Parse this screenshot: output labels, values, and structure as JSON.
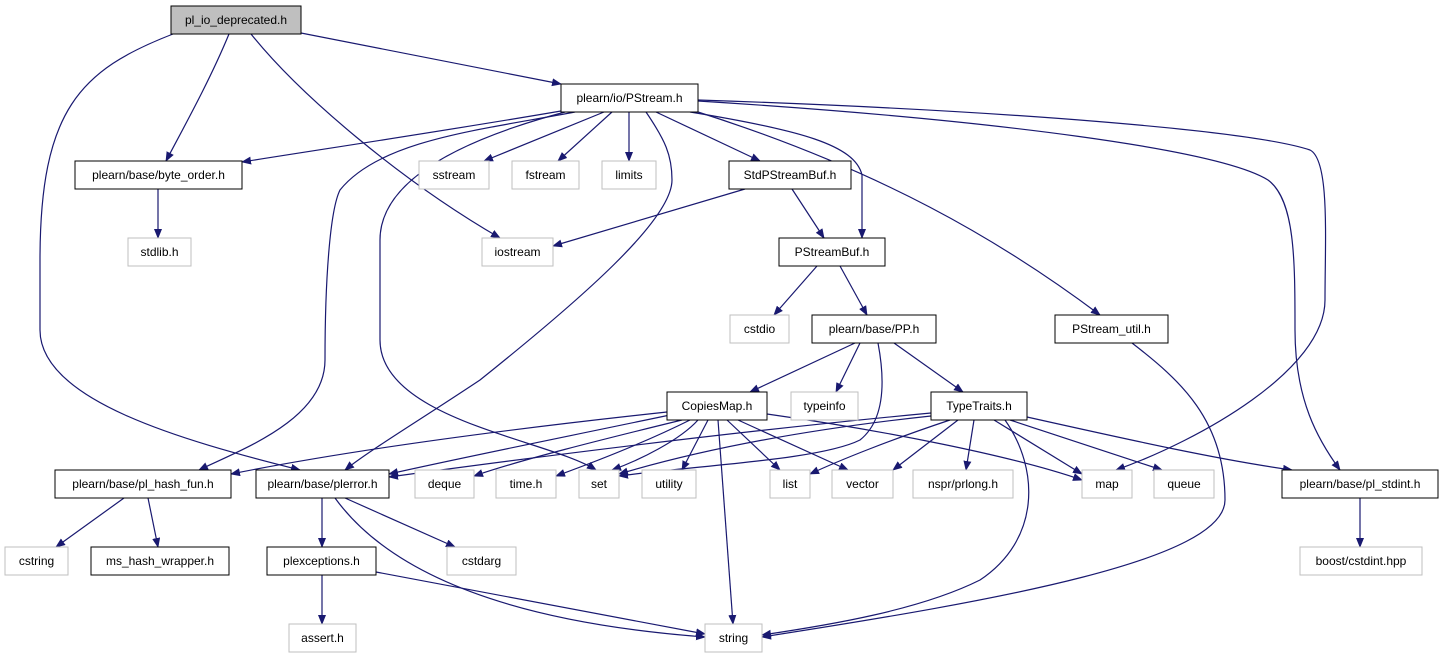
{
  "diagram": {
    "type": "include-dependency-graph",
    "colors": {
      "edge": "#191970",
      "node_border_local": "#000000",
      "node_border_system": "#bfbfbf",
      "node_fill_root": "#bfbfbf",
      "node_fill": "#ffffff"
    },
    "nodes": [
      {
        "id": "pl_io_deprecated",
        "label": "pl_io_deprecated.h",
        "kind": "root"
      },
      {
        "id": "pstream",
        "label": "plearn/io/PStream.h",
        "kind": "local"
      },
      {
        "id": "byte_order",
        "label": "plearn/base/byte_order.h",
        "kind": "local"
      },
      {
        "id": "sstream",
        "label": "sstream",
        "kind": "system"
      },
      {
        "id": "fstream",
        "label": "fstream",
        "kind": "system"
      },
      {
        "id": "limits",
        "label": "limits",
        "kind": "system"
      },
      {
        "id": "stdpstreambuf",
        "label": "StdPStreamBuf.h",
        "kind": "local"
      },
      {
        "id": "stdlib",
        "label": "stdlib.h",
        "kind": "system"
      },
      {
        "id": "iostream",
        "label": "iostream",
        "kind": "system"
      },
      {
        "id": "pstreambuf",
        "label": "PStreamBuf.h",
        "kind": "local"
      },
      {
        "id": "cstdio",
        "label": "cstdio",
        "kind": "system"
      },
      {
        "id": "pp",
        "label": "plearn/base/PP.h",
        "kind": "local"
      },
      {
        "id": "pstream_util",
        "label": "PStream_util.h",
        "kind": "local"
      },
      {
        "id": "copiesmap",
        "label": "CopiesMap.h",
        "kind": "local"
      },
      {
        "id": "typeinfo",
        "label": "typeinfo",
        "kind": "system"
      },
      {
        "id": "typetraits",
        "label": "TypeTraits.h",
        "kind": "local"
      },
      {
        "id": "pl_hash_fun",
        "label": "plearn/base/pl_hash_fun.h",
        "kind": "local"
      },
      {
        "id": "plerror",
        "label": "plearn/base/plerror.h",
        "kind": "local"
      },
      {
        "id": "deque",
        "label": "deque",
        "kind": "system"
      },
      {
        "id": "timeh",
        "label": "time.h",
        "kind": "system"
      },
      {
        "id": "set",
        "label": "set",
        "kind": "system"
      },
      {
        "id": "utility",
        "label": "utility",
        "kind": "system"
      },
      {
        "id": "list",
        "label": "list",
        "kind": "system"
      },
      {
        "id": "vector",
        "label": "vector",
        "kind": "system"
      },
      {
        "id": "prlong",
        "label": "nspr/prlong.h",
        "kind": "system"
      },
      {
        "id": "map",
        "label": "map",
        "kind": "system"
      },
      {
        "id": "queue",
        "label": "queue",
        "kind": "system"
      },
      {
        "id": "pl_stdint",
        "label": "plearn/base/pl_stdint.h",
        "kind": "local"
      },
      {
        "id": "cstring",
        "label": "cstring",
        "kind": "system"
      },
      {
        "id": "ms_hash_wrapper",
        "label": "ms_hash_wrapper.h",
        "kind": "local"
      },
      {
        "id": "plexceptions",
        "label": "plexceptions.h",
        "kind": "local"
      },
      {
        "id": "cstdarg",
        "label": "cstdarg",
        "kind": "system"
      },
      {
        "id": "boost_cstdint",
        "label": "boost/cstdint.hpp",
        "kind": "system"
      },
      {
        "id": "assert",
        "label": "assert.h",
        "kind": "system"
      },
      {
        "id": "string",
        "label": "string",
        "kind": "system"
      }
    ],
    "edges": [
      [
        "pl_io_deprecated",
        "pstream"
      ],
      [
        "pl_io_deprecated",
        "byte_order"
      ],
      [
        "pl_io_deprecated",
        "iostream"
      ],
      [
        "pl_io_deprecated",
        "plerror"
      ],
      [
        "pstream",
        "byte_order"
      ],
      [
        "pstream",
        "sstream"
      ],
      [
        "pstream",
        "fstream"
      ],
      [
        "pstream",
        "limits"
      ],
      [
        "pstream",
        "stdpstreambuf"
      ],
      [
        "pstream",
        "pstreambuf"
      ],
      [
        "pstream",
        "pstream_util"
      ],
      [
        "pstream",
        "map"
      ],
      [
        "pstream",
        "pl_stdint"
      ],
      [
        "pstream",
        "pl_hash_fun"
      ],
      [
        "pstream",
        "set"
      ],
      [
        "pstream",
        "plerror"
      ],
      [
        "byte_order",
        "stdlib"
      ],
      [
        "stdpstreambuf",
        "iostream"
      ],
      [
        "stdpstreambuf",
        "pstreambuf"
      ],
      [
        "pstreambuf",
        "cstdio"
      ],
      [
        "pstreambuf",
        "pp"
      ],
      [
        "pp",
        "copiesmap"
      ],
      [
        "pp",
        "typeinfo"
      ],
      [
        "pp",
        "typetraits"
      ],
      [
        "pp",
        "set"
      ],
      [
        "pstream_util",
        "string"
      ],
      [
        "copiesmap",
        "pl_hash_fun"
      ],
      [
        "copiesmap",
        "plerror"
      ],
      [
        "copiesmap",
        "deque"
      ],
      [
        "copiesmap",
        "timeh"
      ],
      [
        "copiesmap",
        "set"
      ],
      [
        "copiesmap",
        "utility"
      ],
      [
        "copiesmap",
        "list"
      ],
      [
        "copiesmap",
        "vector"
      ],
      [
        "copiesmap",
        "map"
      ],
      [
        "copiesmap",
        "string"
      ],
      [
        "typetraits",
        "plerror"
      ],
      [
        "typetraits",
        "set"
      ],
      [
        "typetraits",
        "list"
      ],
      [
        "typetraits",
        "vector"
      ],
      [
        "typetraits",
        "prlong"
      ],
      [
        "typetraits",
        "map"
      ],
      [
        "typetraits",
        "queue"
      ],
      [
        "typetraits",
        "pl_stdint"
      ],
      [
        "typetraits",
        "string"
      ],
      [
        "pl_hash_fun",
        "cstring"
      ],
      [
        "pl_hash_fun",
        "ms_hash_wrapper"
      ],
      [
        "plerror",
        "plexceptions"
      ],
      [
        "plerror",
        "cstdarg"
      ],
      [
        "plerror",
        "string"
      ],
      [
        "plexceptions",
        "assert"
      ],
      [
        "plexceptions",
        "string"
      ],
      [
        "pl_stdint",
        "boost_cstdint"
      ]
    ]
  }
}
